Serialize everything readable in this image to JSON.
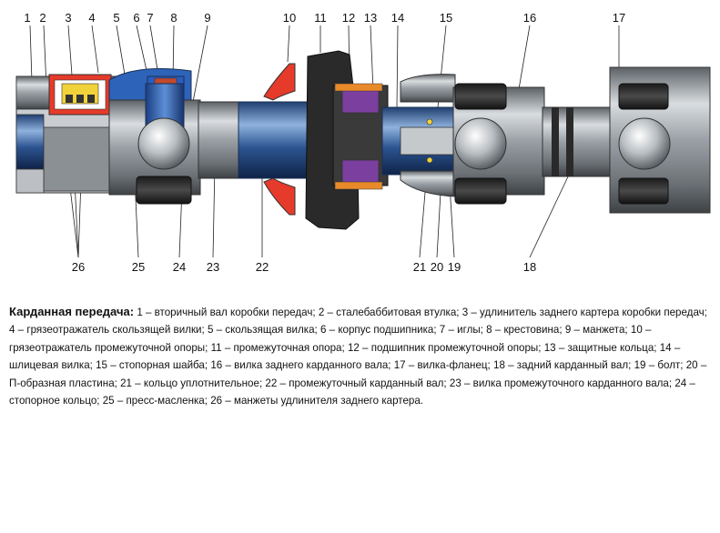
{
  "diagram": {
    "labels_top": [
      "1",
      "2",
      "3",
      "4",
      "5",
      "6",
      "7",
      "8",
      "9",
      "10",
      "11",
      "12",
      "13",
      "14",
      "15",
      "16",
      "17"
    ],
    "labels_bottom": [
      "26",
      "25",
      "24",
      "23",
      "22",
      "21",
      "20",
      "19",
      "18"
    ]
  },
  "caption": {
    "title": "Карданная передача:",
    "items": [
      {
        "n": "1",
        "text": "вторичный вал коробки передач"
      },
      {
        "n": "2",
        "text": "сталебаббитовая втулка"
      },
      {
        "n": "3",
        "text": "удлинитель заднего картера коробки передач"
      },
      {
        "n": "4",
        "text": "грязеотражатель скользящей вилки"
      },
      {
        "n": "5",
        "text": "скользящая вилка"
      },
      {
        "n": "6",
        "text": "корпус подшипника"
      },
      {
        "n": "7",
        "text": "иглы"
      },
      {
        "n": "8",
        "text": "крестовина"
      },
      {
        "n": "9",
        "text": "манжета"
      },
      {
        "n": "10",
        "text": "грязеотражатель промежуточной опоры"
      },
      {
        "n": "11",
        "text": "промежуточная опора"
      },
      {
        "n": "12",
        "text": "подшипник промежуточной опоры"
      },
      {
        "n": "13",
        "text": "защитные кольца"
      },
      {
        "n": "14",
        "text": "шлицевая вилка"
      },
      {
        "n": "15",
        "text": "стопорная шайба"
      },
      {
        "n": "16",
        "text": "вилка заднего карданного вала"
      },
      {
        "n": "17",
        "text": "вилка-фланец"
      },
      {
        "n": "18",
        "text": "задний карданный вал"
      },
      {
        "n": "19",
        "text": "болт"
      },
      {
        "n": "20",
        "text": "П-образная пластина"
      },
      {
        "n": "21",
        "text": "кольцо уплотнительное"
      },
      {
        "n": "22",
        "text": "промежуточный карданный вал"
      },
      {
        "n": "23",
        "text": "вилка промежуточного карданного вала"
      },
      {
        "n": "24",
        "text": "стопорное кольцо"
      },
      {
        "n": "25",
        "text": "пресс-масленка"
      },
      {
        "n": "26",
        "text": "манжеты удлинителя заднего картера"
      }
    ]
  }
}
